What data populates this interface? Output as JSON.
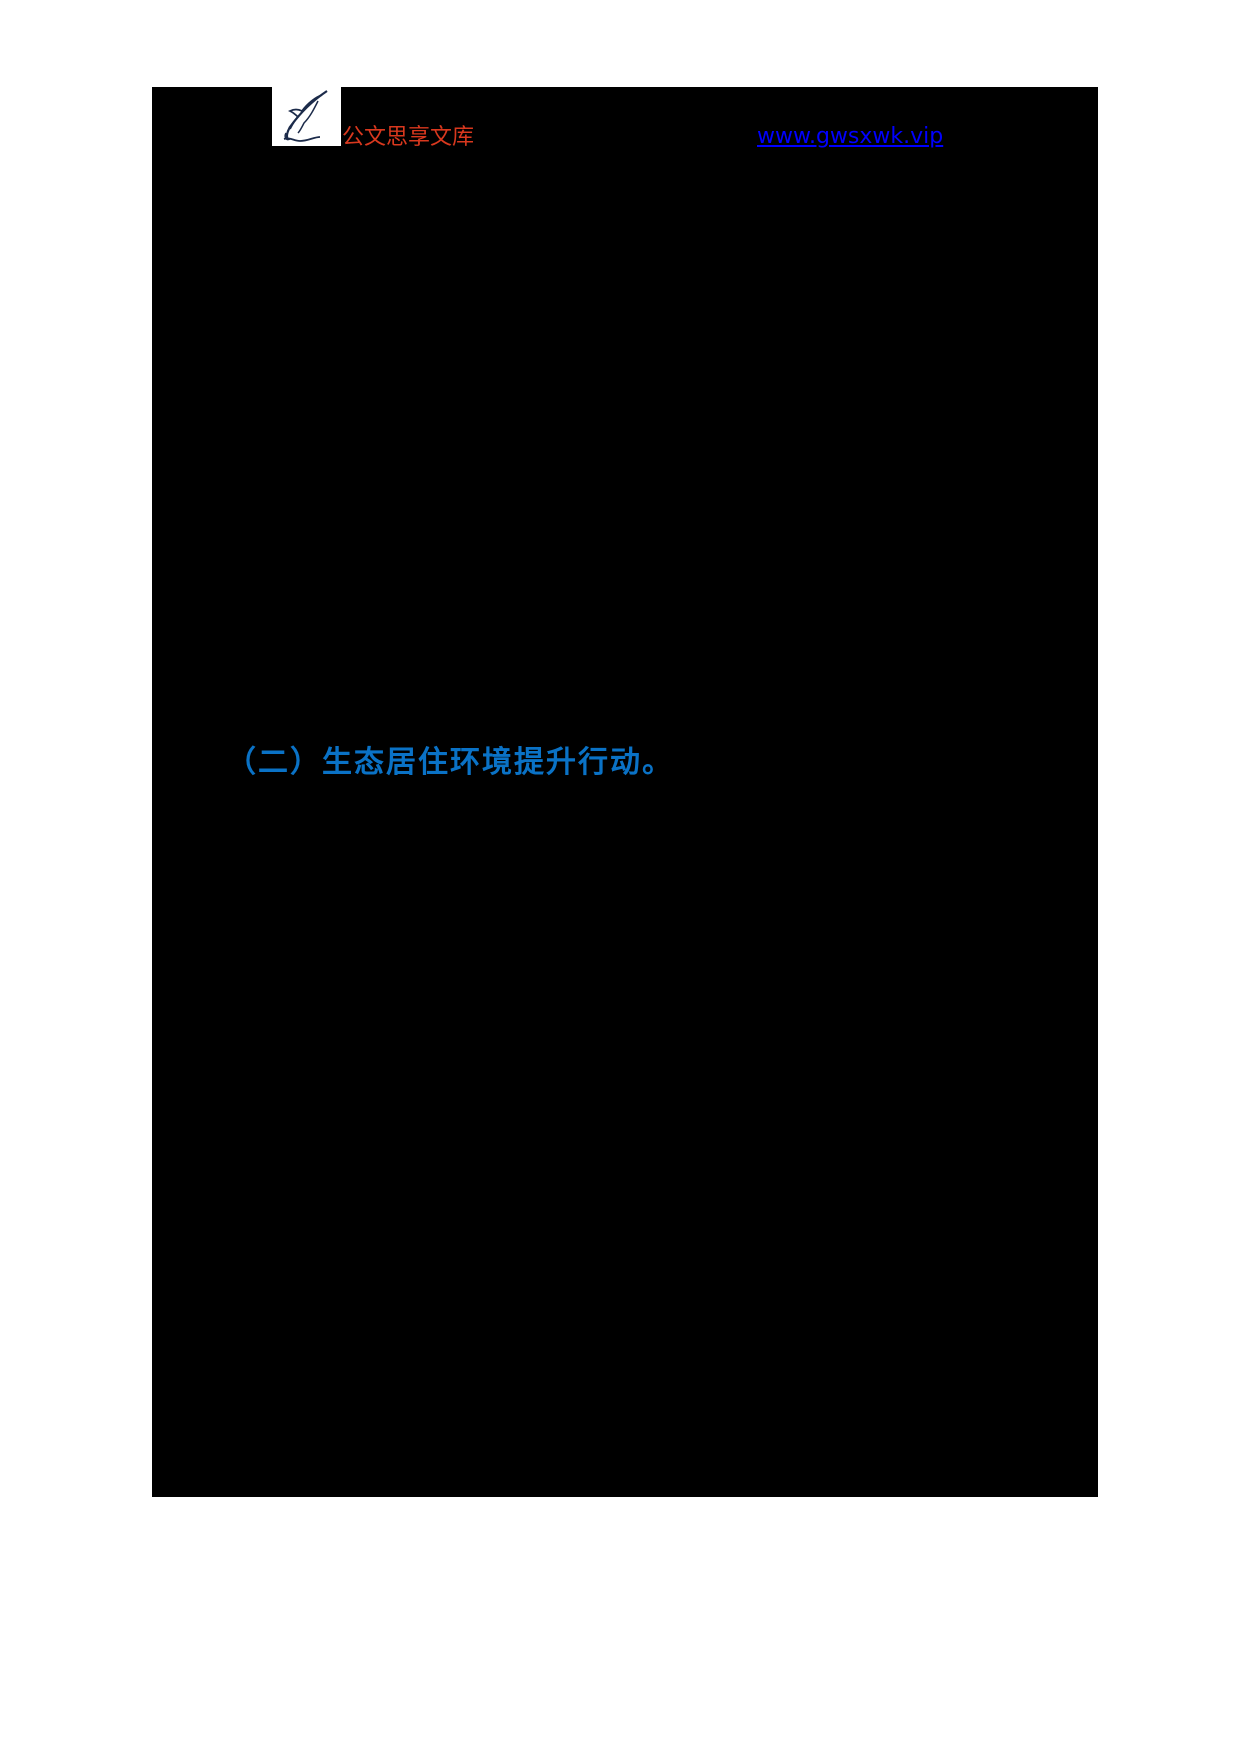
{
  "header": {
    "brand_name": "公文思享文库",
    "website": "www.gwsxwk.vip",
    "logo_icon": "quill-pen-icon",
    "colors": {
      "brand": "#d9381e",
      "link": "#0000ff"
    }
  },
  "body": {
    "section_heading": "（二）生态居住环境提升行动。",
    "heading_color": "#0a72c6",
    "page_background": "#000000"
  }
}
